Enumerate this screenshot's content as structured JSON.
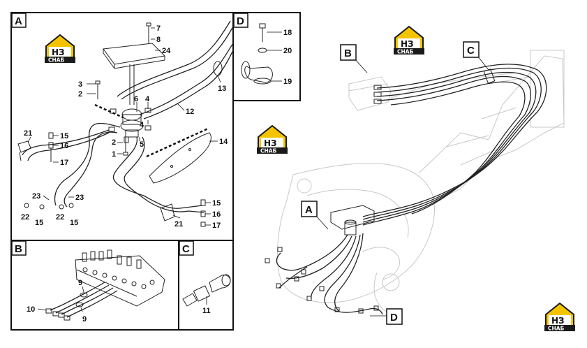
{
  "panels": {
    "A": {
      "tag": "A",
      "callouts": [
        "7",
        "8",
        "24",
        "3",
        "2",
        "6",
        "4",
        "13",
        "12",
        "21",
        "15",
        "16",
        "17",
        "4",
        "5",
        "2",
        "1",
        "14",
        "23",
        "23",
        "22",
        "15",
        "22",
        "15",
        "15",
        "16",
        "17",
        "21"
      ]
    },
    "B": {
      "tag": "B",
      "callouts": [
        "9",
        "10",
        "9"
      ]
    },
    "C": {
      "tag": "C",
      "callouts": [
        "11"
      ]
    },
    "D": {
      "tag": "D",
      "callouts": [
        "18",
        "20",
        "19"
      ]
    }
  },
  "overview": {
    "tags": [
      "B",
      "C",
      "A",
      "D"
    ]
  },
  "logos": {
    "main": "НЗ",
    "sub": "СНАБ"
  },
  "colors": {
    "logo_yellow": "#f5c400",
    "logo_dark": "#1a1a1a",
    "ink": "#111111",
    "ghost": "#c8c8c8"
  }
}
